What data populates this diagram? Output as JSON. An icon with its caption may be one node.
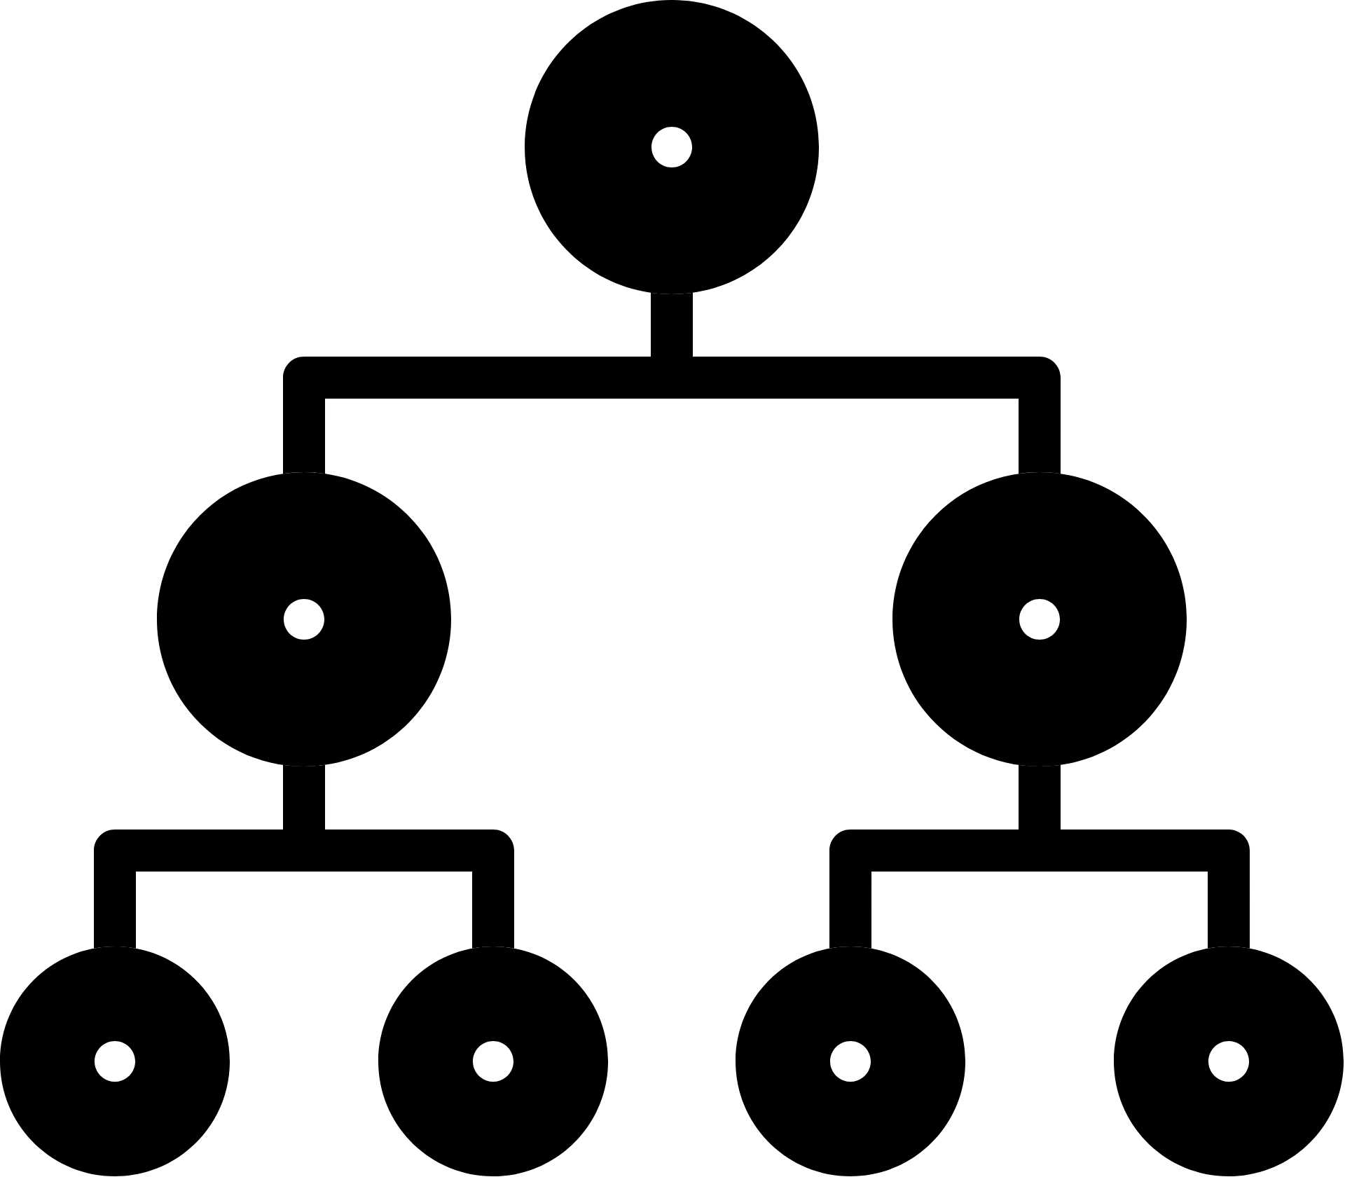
{
  "diagram": {
    "nodes": [
      {
        "text": [],
        "shape": "circle"
      },
      {
        "text": [],
        "shape": "circle"
      },
      {
        "text": [],
        "shape": "circle"
      },
      {
        "text": [],
        "shape": "circle"
      },
      {
        "text": [],
        "shape": "circle"
      },
      {
        "text": [],
        "shape": "circle"
      },
      {
        "text": [],
        "shape": "circle"
      }
    ],
    "edges": [
      {
        "from": 0,
        "to": 1,
        "arrow": "none"
      },
      {
        "from": 0,
        "to": 2,
        "arrow": "none"
      },
      {
        "from": 1,
        "to": 3,
        "arrow": "none"
      },
      {
        "from": 1,
        "to": 4,
        "arrow": "none"
      },
      {
        "from": 2,
        "to": 5,
        "arrow": "none"
      },
      {
        "from": 2,
        "to": 6,
        "arrow": "none"
      }
    ]
  }
}
